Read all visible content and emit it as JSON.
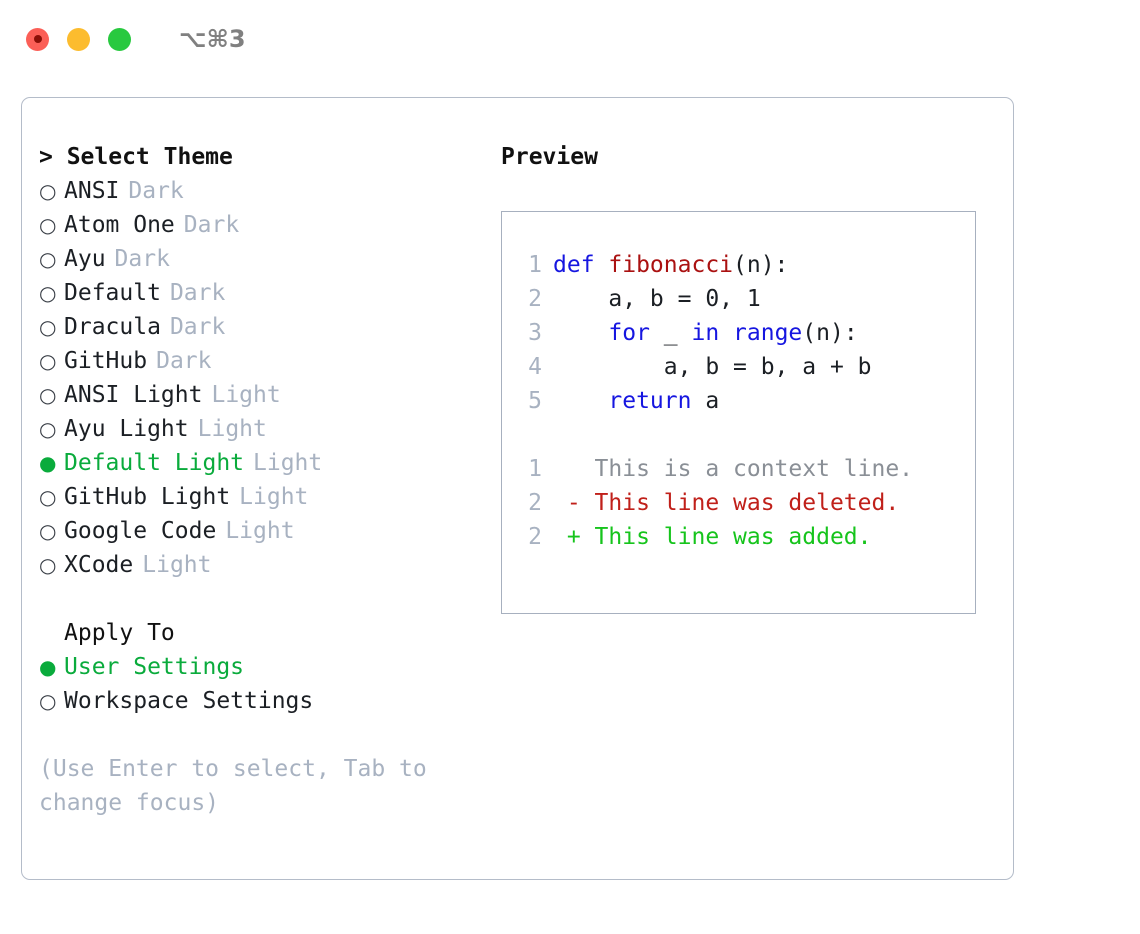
{
  "titlebar": {
    "lights": [
      {
        "name": "close",
        "color": "#fb5f57"
      },
      {
        "name": "minimize",
        "color": "#fcbc2e"
      },
      {
        "name": "maximize",
        "color": "#28c93f"
      }
    ],
    "shortcut": "⌥⌘3"
  },
  "theme_picker": {
    "header": "> Select Theme",
    "selected_theme": "Default Light",
    "selected_color": "#0aab3c",
    "tag_color": "#a8b2c1",
    "items": [
      {
        "marker": "○",
        "label": "ANSI",
        "tag": "Dark",
        "selected": false
      },
      {
        "marker": "○",
        "label": "Atom One",
        "tag": "Dark",
        "selected": false
      },
      {
        "marker": "○",
        "label": "Ayu",
        "tag": "Dark",
        "selected": false
      },
      {
        "marker": "○",
        "label": "Default",
        "tag": "Dark",
        "selected": false
      },
      {
        "marker": "○",
        "label": "Dracula",
        "tag": "Dark",
        "selected": false
      },
      {
        "marker": "○",
        "label": "GitHub",
        "tag": "Dark",
        "selected": false
      },
      {
        "marker": "○",
        "label": "ANSI Light",
        "tag": "Light",
        "selected": false
      },
      {
        "marker": "○",
        "label": "Ayu Light",
        "tag": "Light",
        "selected": false
      },
      {
        "marker": "●",
        "label": "Default Light",
        "tag": "Light",
        "selected": true
      },
      {
        "marker": "○",
        "label": "GitHub Light",
        "tag": "Light",
        "selected": false
      },
      {
        "marker": "○",
        "label": "Google Code",
        "tag": "Light",
        "selected": false
      },
      {
        "marker": "○",
        "label": "XCode",
        "tag": "Light",
        "selected": false
      }
    ]
  },
  "apply_to": {
    "header": "Apply To",
    "items": [
      {
        "marker": "●",
        "label": "User Settings",
        "selected": true
      },
      {
        "marker": "○",
        "label": "Workspace Settings",
        "selected": false
      }
    ]
  },
  "hint": "(Use Enter to select, Tab to change focus)",
  "preview": {
    "title": "Preview",
    "code_lines": [
      {
        "num": "1",
        "tokens": [
          {
            "text": "def ",
            "cls": "kw"
          },
          {
            "text": "fibonacci",
            "cls": "fn"
          },
          {
            "text": "(n):",
            "cls": "plain"
          }
        ]
      },
      {
        "num": "2",
        "tokens": [
          {
            "text": "    a, b = 0, 1",
            "cls": "plain"
          }
        ]
      },
      {
        "num": "3",
        "tokens": [
          {
            "text": "    ",
            "cls": "plain"
          },
          {
            "text": "for",
            "cls": "kw"
          },
          {
            "text": " _ ",
            "cls": "plain"
          },
          {
            "text": "in",
            "cls": "kw"
          },
          {
            "text": " ",
            "cls": "plain"
          },
          {
            "text": "range",
            "cls": "kw"
          },
          {
            "text": "(n):",
            "cls": "plain"
          }
        ]
      },
      {
        "num": "4",
        "tokens": [
          {
            "text": "        a, b = b, a + b",
            "cls": "plain"
          }
        ]
      },
      {
        "num": "5",
        "tokens": [
          {
            "text": "    ",
            "cls": "plain"
          },
          {
            "text": "return",
            "cls": "kw"
          },
          {
            "text": " a",
            "cls": "plain"
          }
        ]
      }
    ],
    "diff_lines": [
      {
        "num": "1",
        "tokens": [
          {
            "text": "   This is a context line.",
            "cls": "ctx"
          }
        ]
      },
      {
        "num": "2",
        "tokens": [
          {
            "text": " - This line was deleted.",
            "cls": "del"
          }
        ]
      },
      {
        "num": "2",
        "tokens": [
          {
            "text": " + This line was added.",
            "cls": "add"
          }
        ]
      }
    ]
  }
}
